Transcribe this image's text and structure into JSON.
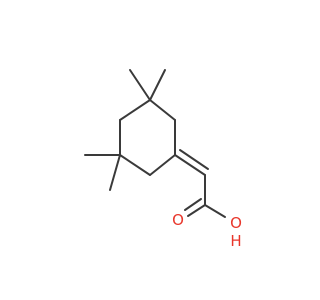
{
  "molecule": {
    "atoms": {
      "carbonyl_oxygen": {
        "element": "O",
        "label": "O",
        "color": "#e8362b"
      },
      "hydroxyl_oxygen": {
        "element": "O",
        "label": "OH",
        "color": "#e8362b",
        "label_parts": [
          "O",
          "H"
        ]
      }
    },
    "colors": {
      "bond": "#3a3a3a",
      "oxygen": "#e8362b",
      "background": "#ffffff"
    }
  }
}
